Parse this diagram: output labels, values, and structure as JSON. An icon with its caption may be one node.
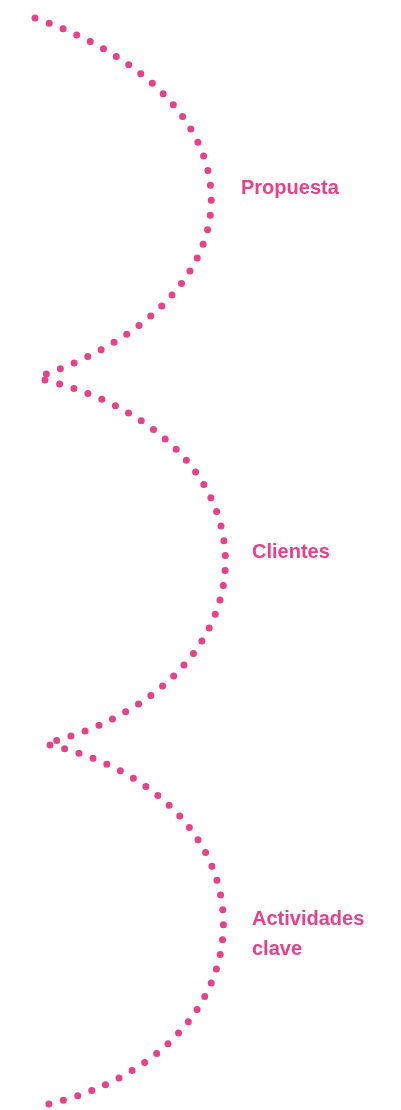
{
  "diagram": {
    "labels": [
      "Propuesta",
      "Clientes",
      "Actividades clave"
    ]
  }
}
